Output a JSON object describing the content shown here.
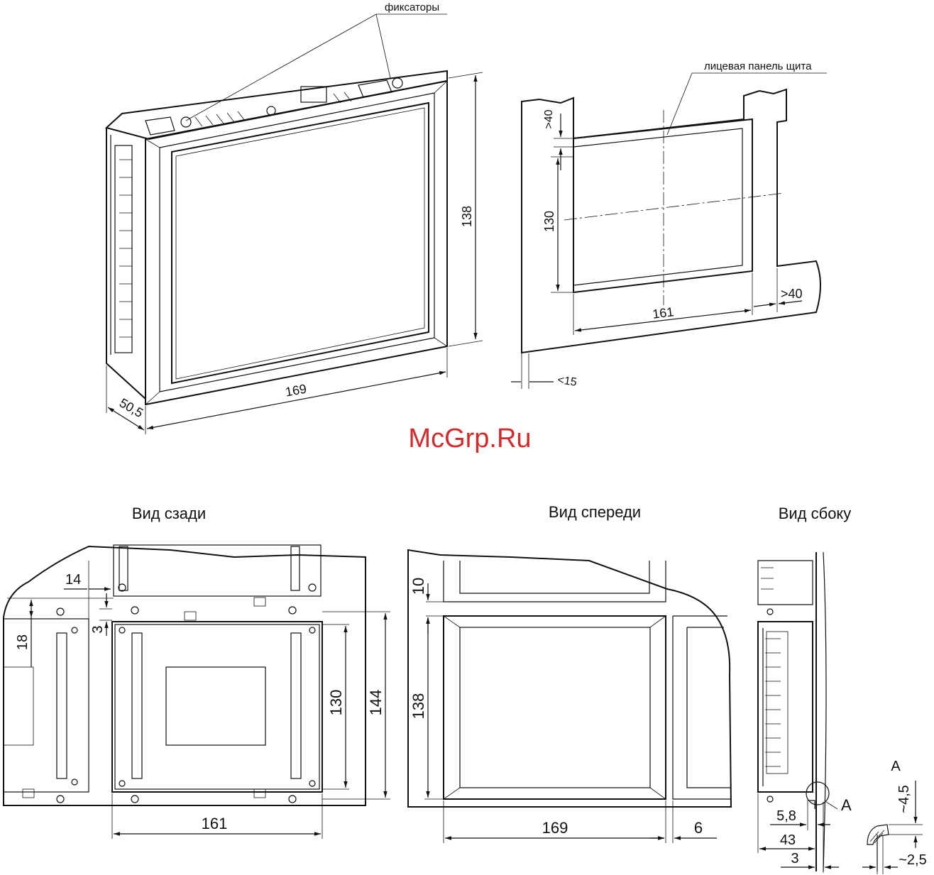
{
  "labels": {
    "latches": "фиксаторы",
    "front_panel": "лицевая панель щита",
    "rear_view": "Вид сзади",
    "front_view": "Вид спереди",
    "side_view": "Вид сбоку",
    "detail_a": "A",
    "detail_a_callout": "A"
  },
  "watermark": "McGrp.Ru",
  "iso_dims": {
    "height": "138",
    "width": "169",
    "depth": "50,5"
  },
  "cutout_dims": {
    "top_gap": ">40",
    "height": "130",
    "width": "161",
    "side_gap": ">40",
    "panel_thickness": "<15"
  },
  "rear_dims": {
    "offset_x": "14",
    "offset_y": "18",
    "gap": "3",
    "inner_height": "130",
    "outer_height": "144",
    "width": "161"
  },
  "front_dims": {
    "gap": "10",
    "height": "138",
    "width": "169",
    "side_gap": "6"
  },
  "side_dims": {
    "d1": "5,8",
    "d2": "43",
    "d3": "3"
  },
  "detail_dims": {
    "d1": "~4,5",
    "d2": "~2,5"
  },
  "colors": {
    "line": "#111111",
    "watermark": "#d42a2a"
  }
}
